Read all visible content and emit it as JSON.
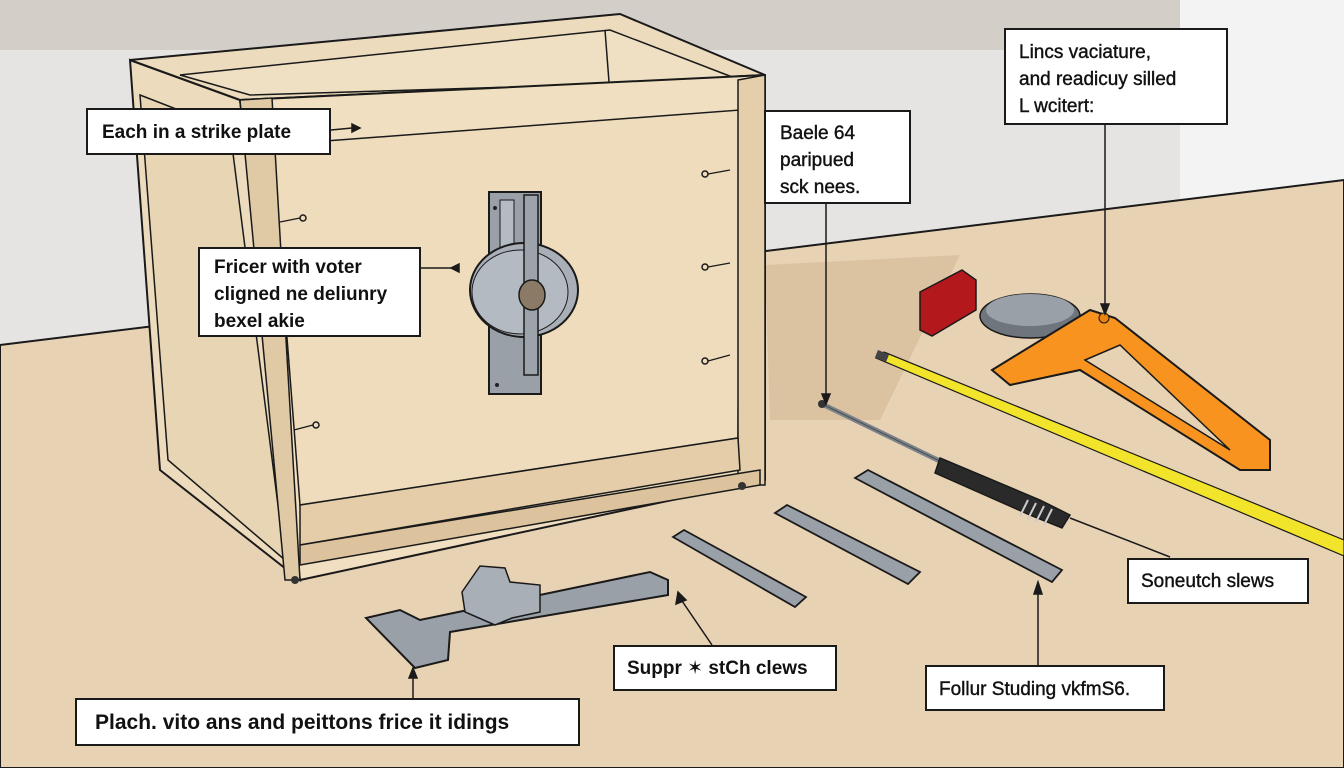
{
  "illustration": {
    "subject": "wooden cabinet with latch and strike plate, tools laid out on a workbench",
    "colors": {
      "wall": "#e6e4e2",
      "wall_shadow": "#cfcac6",
      "bench": "#e8d2b4",
      "bench_shadow": "#c9ad8e",
      "wood": "#ecdbbc",
      "wood_dark": "#d9c3a0",
      "metal": "#9aa0a8",
      "metal_dark": "#6f757d",
      "tape_yellow": "#f2e32b",
      "tool_orange": "#f7931e",
      "block_red": "#b3181c",
      "handle_black": "#2a2a2a",
      "outline": "#1a1a1a"
    }
  },
  "callouts": [
    {
      "id": "strike-plate-label",
      "lines": [
        "Each in a strike plate"
      ]
    },
    {
      "id": "latch-label",
      "lines": [
        "Fricer with voter",
        "cligned  ne deliunry",
        "bexel akie"
      ]
    },
    {
      "id": "side-screws-label",
      "lines": [
        "Baele 64",
        "paripued",
        "sck nees."
      ]
    },
    {
      "id": "orange-tool-label",
      "lines": [
        "Lincs vaciature,",
        "and readicuy silled",
        "L wcitert:"
      ]
    },
    {
      "id": "screwdriver-label",
      "lines": [
        "Soneutch slews"
      ]
    },
    {
      "id": "plates-label",
      "lines": [
        "Suppr ✶ stCh clews"
      ]
    },
    {
      "id": "long-plate-label",
      "lines": [
        "Follur Studing vkfmS6."
      ]
    },
    {
      "id": "bracket-label",
      "lines": [
        "Plach. vito ans and peittons frice it idings"
      ]
    }
  ]
}
